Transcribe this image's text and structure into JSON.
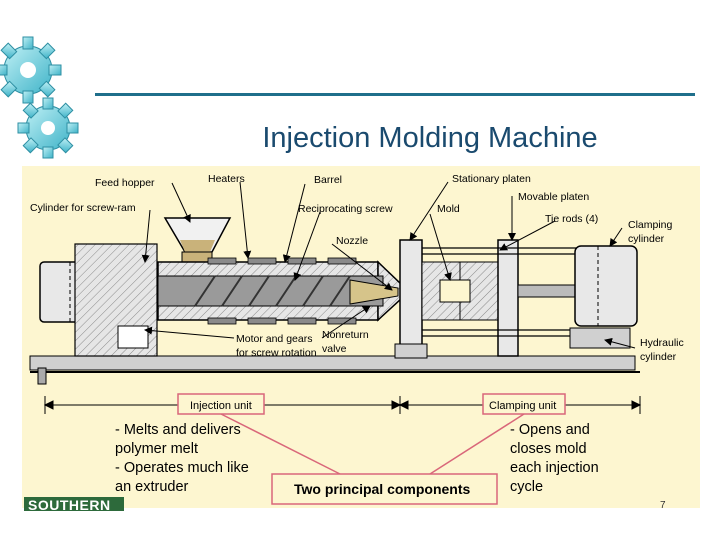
{
  "slide": {
    "title": "Injection Molding Machine",
    "page_number": "7",
    "footer_logo_text": "SOUTHERN"
  },
  "diagram": {
    "labels": {
      "feed_hopper": "Feed hopper",
      "heaters": "Heaters",
      "barrel": "Barrel",
      "stationary_platen": "Stationary platen",
      "movable_platen": "Movable platen",
      "cylinder_screw_ram": "Cylinder for screw-ram",
      "reciprocating_screw": "Reciprocating screw",
      "mold": "Mold",
      "tie_rods": "Tie rods (4)",
      "clamping_cylinder_1": "Clamping",
      "clamping_cylinder_2": "cylinder",
      "nozzle": "Nozzle",
      "nonreturn_valve_1": "Nonreturn",
      "nonreturn_valve_2": "valve",
      "motor_gears_1": "Motor and gears",
      "motor_gears_2": "for screw rotation",
      "hydraulic_cylinder_1": "Hydraulic",
      "hydraulic_cylinder_2": "cylinder",
      "injection_unit": "Injection unit",
      "clamping_unit": "Clamping unit"
    },
    "injection_notes": [
      "- Melts and delivers",
      "polymer melt",
      "- Operates much like",
      "an extruder"
    ],
    "clamping_notes": [
      "- Opens and",
      "closes mold",
      "each injection",
      "cycle"
    ],
    "principal_label": "Two principal components"
  },
  "colors": {
    "title": "#1a4a6e",
    "rule": "#1f6f8b",
    "diagram_bg": "#fdf6d0",
    "callout_border": "#d9677a",
    "gear": "#7fd3e0"
  }
}
